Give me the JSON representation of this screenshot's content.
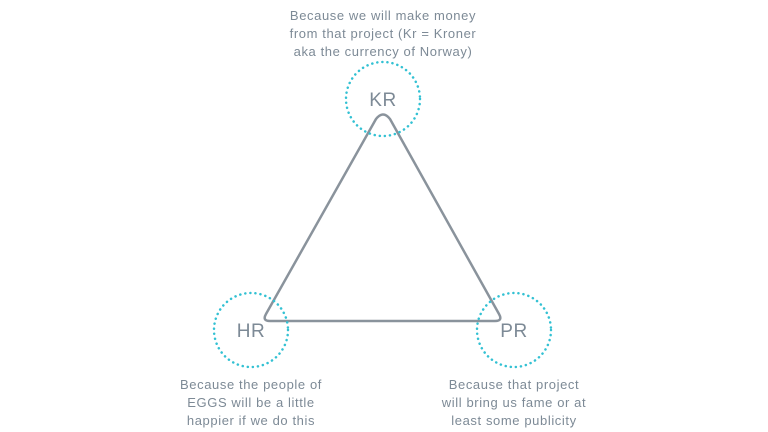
{
  "colors": {
    "triangle_stroke": "#8a939c",
    "circle_stroke": "#33c1d3",
    "label_text": "#7d8a96",
    "background": "#ffffff"
  },
  "nodes": {
    "kr": {
      "label": "KR",
      "caption": [
        "Because we will make money",
        "from that project (Kr = Kroner",
        "aka the currency of Norway)"
      ]
    },
    "hr": {
      "label": "HR",
      "caption": [
        "Because the people of",
        "EGGS will be a little",
        "happier if we do this"
      ]
    },
    "pr": {
      "label": "PR",
      "caption": [
        "Because that project",
        "will bring us fame or at",
        "least some publicity"
      ]
    }
  }
}
